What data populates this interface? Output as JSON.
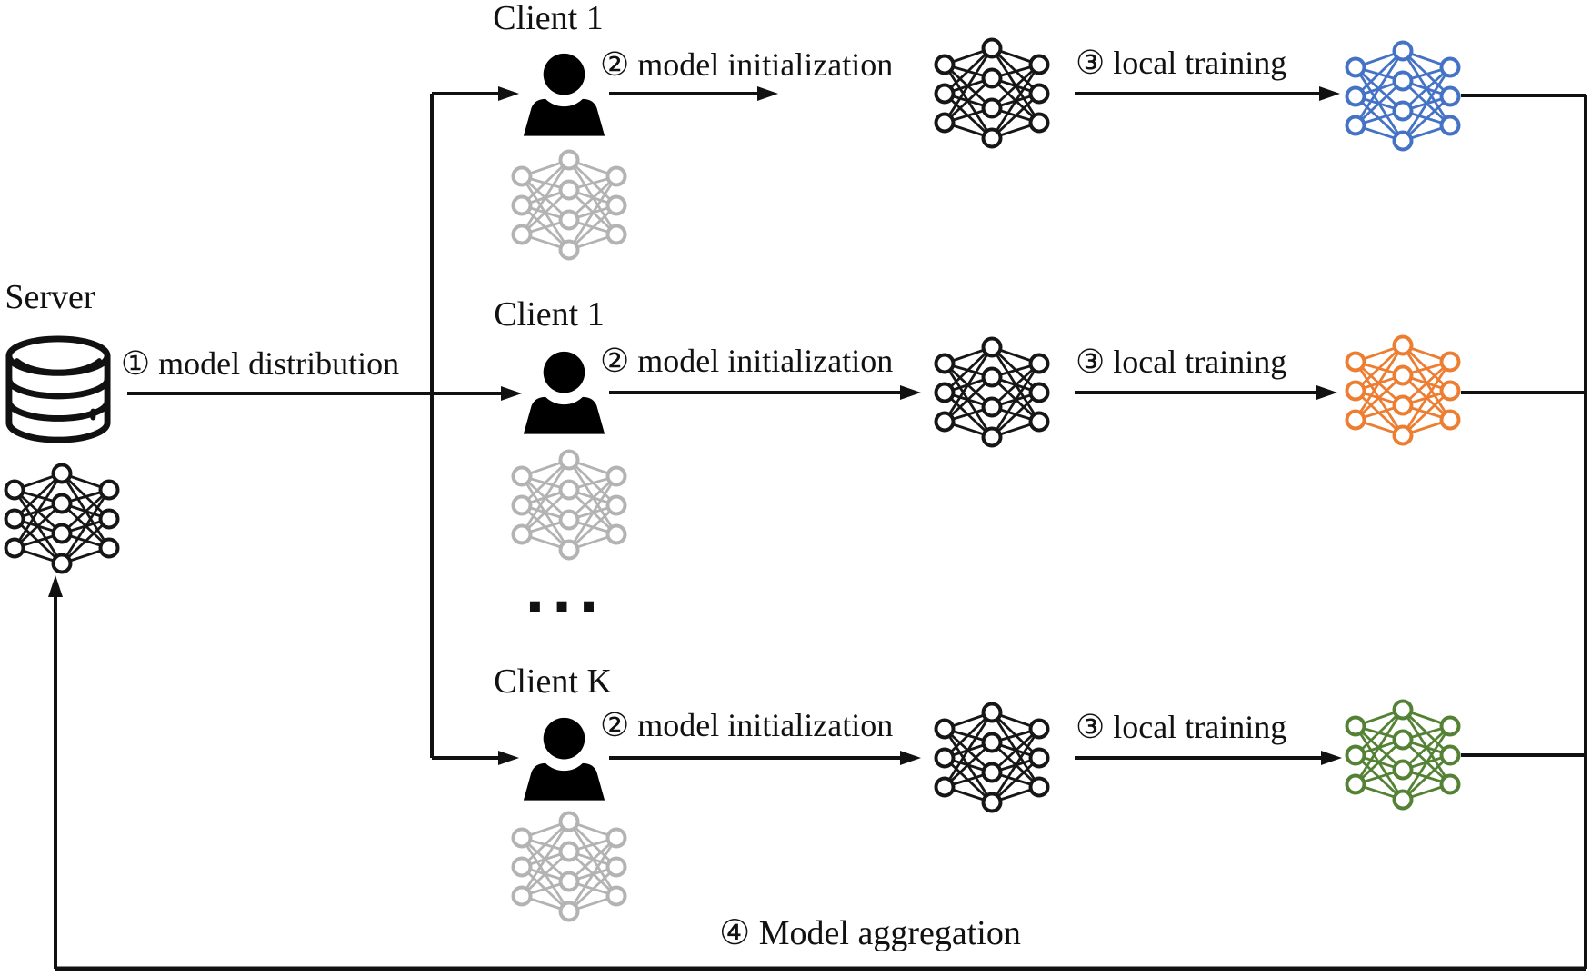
{
  "title": "Federated learning workflow diagram",
  "colors": {
    "black": "#161616",
    "gray": "#b3b3b3",
    "blue": "#4472c4",
    "orange": "#ed7d31",
    "green": "#548235",
    "line": "#111111"
  },
  "server": {
    "label": "Server"
  },
  "steps": {
    "step1": "① model distribution",
    "step2": "② model initialization",
    "step3": "③ local training",
    "step4": "④ Model aggregation"
  },
  "clients": [
    {
      "label": "Client 1",
      "trained_color": "blue"
    },
    {
      "label": "Client 1",
      "trained_color": "orange"
    },
    {
      "label": "Client K",
      "trained_color": "green"
    }
  ],
  "ellipsis": "...",
  "icons": {
    "server_storage": "database-icon",
    "client_user": "person-icon",
    "model": "neural-network-icon"
  }
}
